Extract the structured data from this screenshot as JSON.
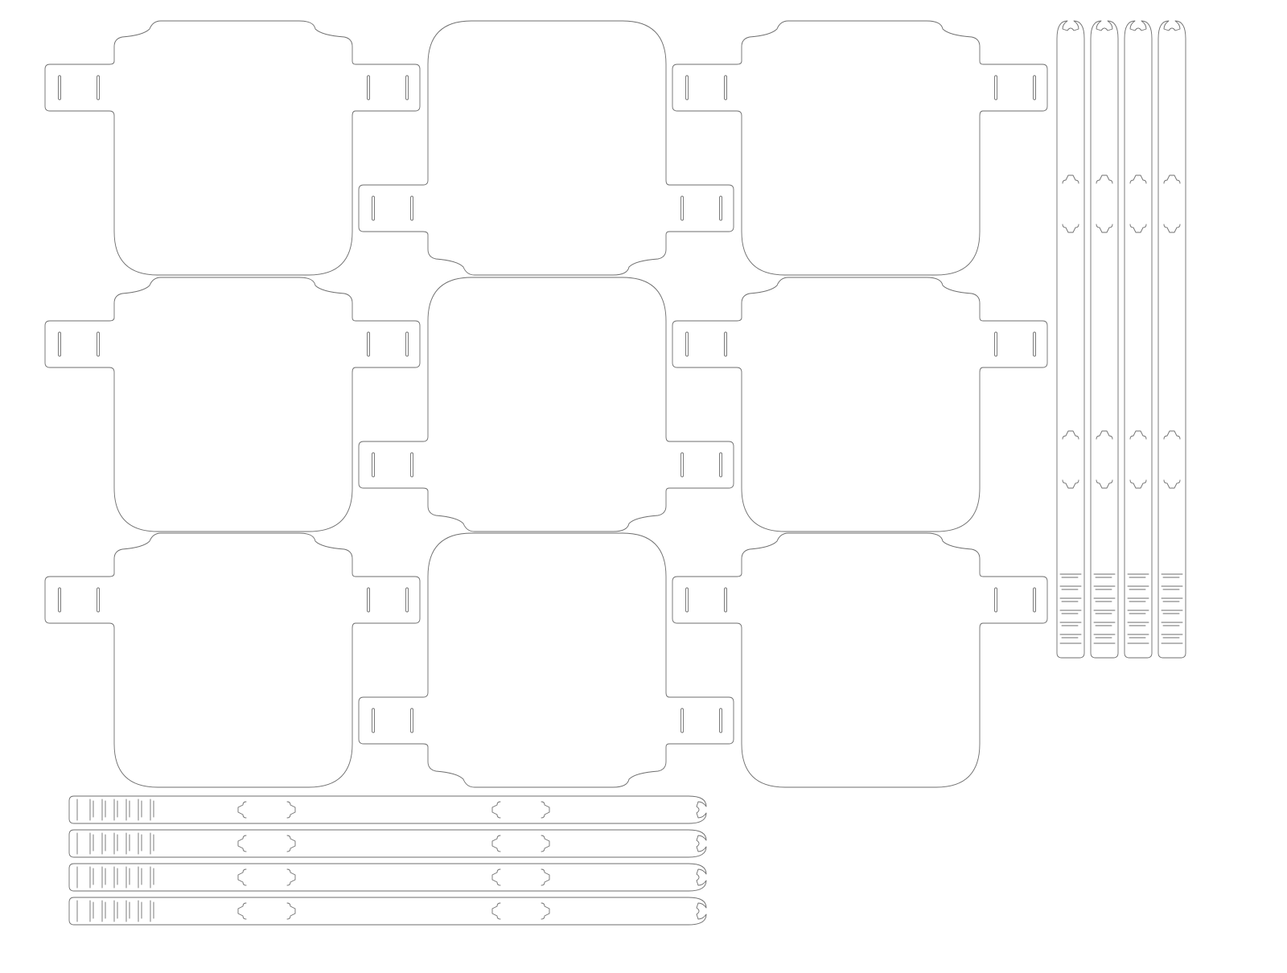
{
  "sheet": {
    "stroke_color": "#6e6e6e",
    "background": "#ffffff"
  },
  "shields": {
    "count": 9,
    "rows": 3,
    "columns": 3,
    "tabs_per_shield": 2,
    "slots_per_tab": 2
  },
  "vertical_straps": {
    "count": 4,
    "clip_cutouts_per_strap": 4,
    "notch_slots_per_strap": 6
  },
  "horizontal_straps": {
    "count": 4,
    "clip_cutouts_per_strap": 4,
    "notch_slots_per_strap": 6
  }
}
